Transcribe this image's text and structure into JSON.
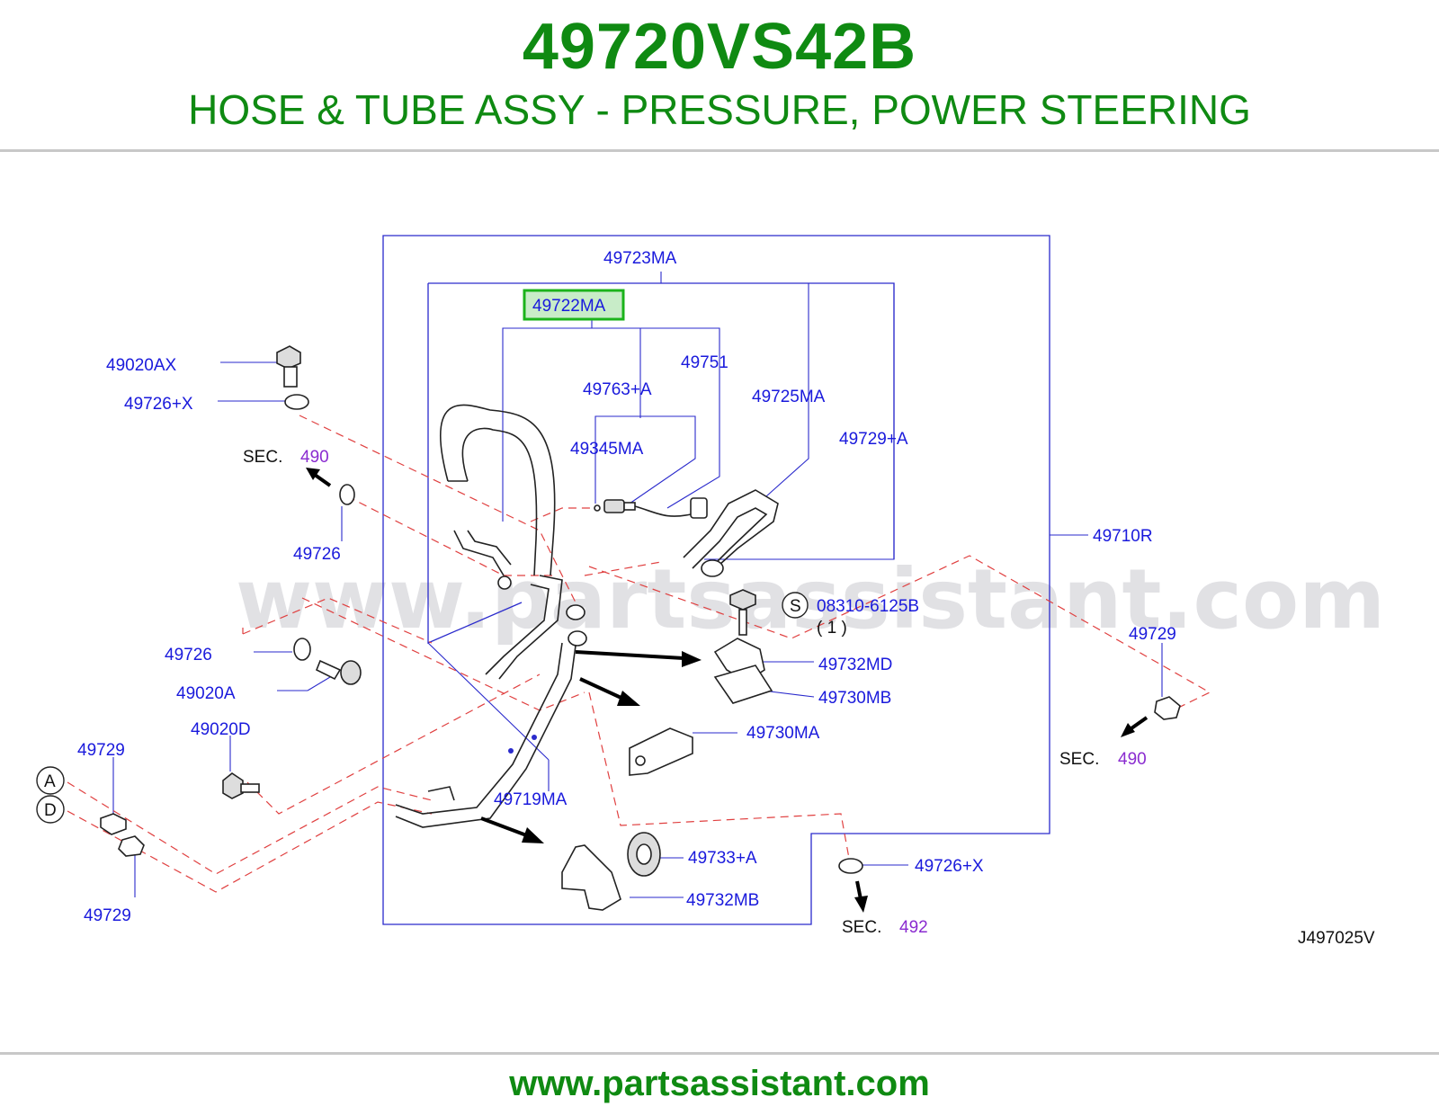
{
  "header": {
    "part_number": "49720VS42B",
    "description": "HOSE & TUBE ASSY - PRESSURE, POWER STEERING"
  },
  "watermark": "www.partsassistant.com",
  "footer": {
    "url": "www.partsassistant.com"
  },
  "diagram": {
    "highlighted_label": "49722MA",
    "labels": {
      "p49723MA": "49723MA",
      "p49722MA": "49722MA",
      "p49751": "49751",
      "p49763A": "49763+A",
      "p49725MA": "49725MA",
      "p49729A": "49729+A",
      "p49345MA": "49345MA",
      "p49020AX": "49020AX",
      "p49726X_top": "49726+X",
      "p49726_a": "49726",
      "p49726_b": "49726",
      "p49020A": "49020A",
      "p49020D": "49020D",
      "p49729_left_top": "49729",
      "p49729_left_bottom": "49729",
      "p49729_right": "49729",
      "p49710R": "49710R",
      "p08310": "08310-6125B",
      "qty": "( 1 )",
      "p49732MD": "49732MD",
      "p49730MB": "49730MB",
      "p49730MA": "49730MA",
      "p49719MA": "49719MA",
      "p49733A": "49733+A",
      "p49732MB": "49732MB",
      "p49726X_bottom": "49726+X",
      "diagram_code": "J497025V"
    },
    "sec_refs": [
      {
        "text": "SEC.",
        "num": "490"
      },
      {
        "text": "SEC.",
        "num": "490"
      },
      {
        "text": "SEC.",
        "num": "492"
      }
    ],
    "callouts": {
      "s": "S",
      "a": "A",
      "d": "D"
    }
  }
}
